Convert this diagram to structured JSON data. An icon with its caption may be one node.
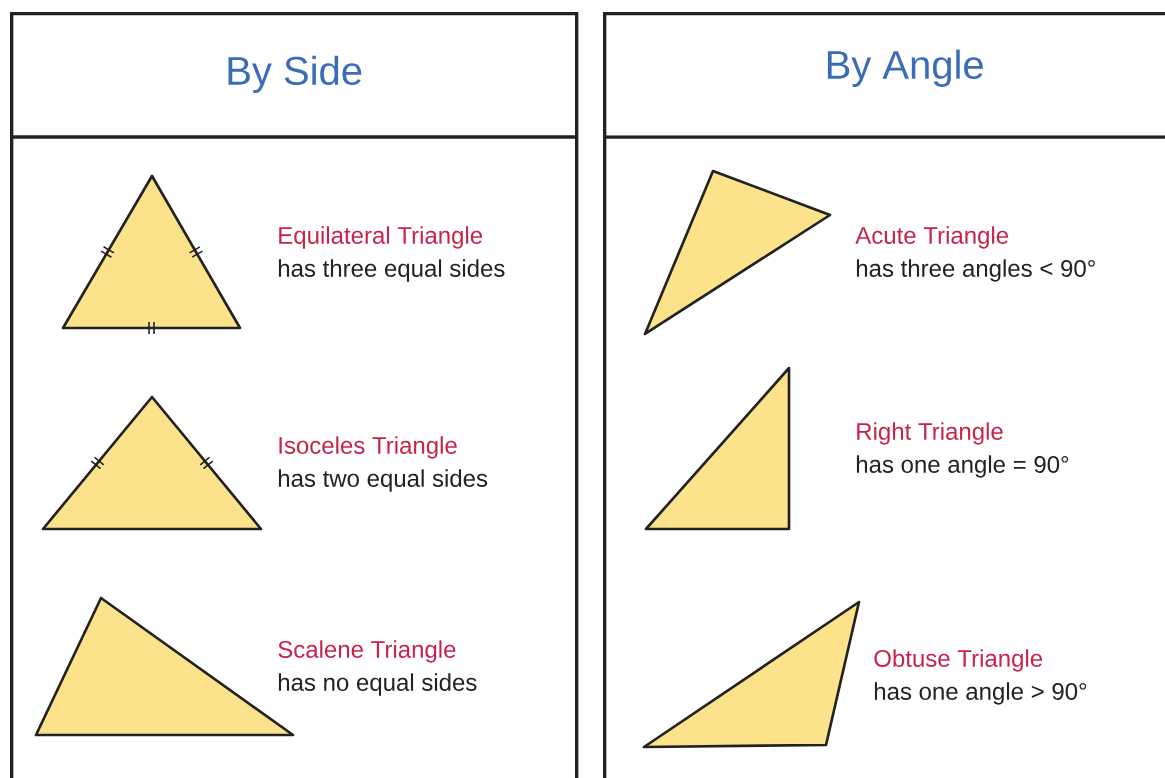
{
  "diagram": {
    "nodes": [
      {
        "text": [
          "By Side"
        ]
      },
      {
        "text": [
          "By Angle"
        ]
      },
      {
        "text": [
          "Equilateral Triangle",
          "has three equal sides"
        ],
        "in": 0
      },
      {
        "text": [
          "Isoceles Triangle",
          "has two equal sides"
        ],
        "in": 0
      },
      {
        "text": [
          "Scalene Triangle",
          "has no equal sides"
        ],
        "in": 0
      },
      {
        "text": [
          "Acute Triangle",
          "has three angles < 90°"
        ],
        "in": 1
      },
      {
        "text": [
          "Right Triangle",
          "has one angle =  90°"
        ],
        "in": 1
      },
      {
        "text": [
          "Obtuse Triangle",
          "has one angle > 90°"
        ],
        "in": 1
      }
    ]
  }
}
